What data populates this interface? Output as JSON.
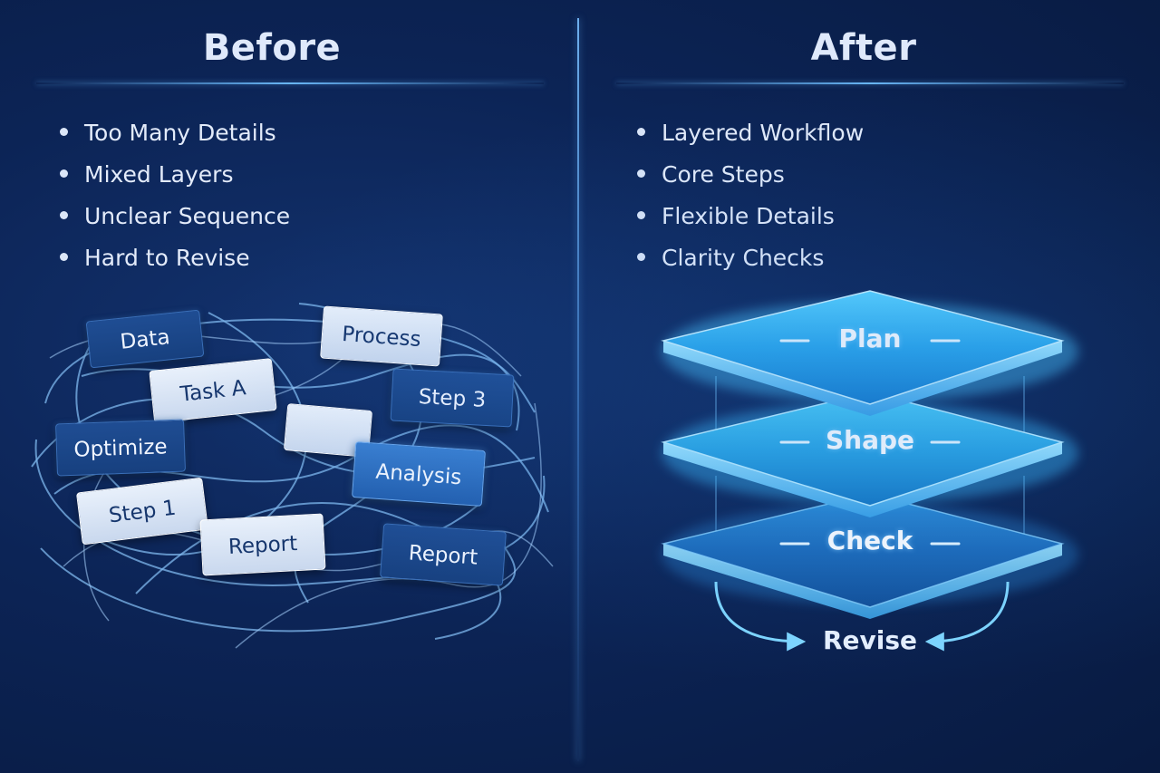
{
  "before": {
    "title": "Before",
    "bullets": [
      "Too Many Details",
      "Mixed Layers",
      "Unclear Sequence",
      "Hard to Revise"
    ],
    "cards": {
      "data": "Data",
      "process": "Process",
      "task_a": "Task A",
      "step_3": "Step 3",
      "optimize": "Optimize",
      "analysis": "Analysis",
      "step_1": "Step 1",
      "report_1": "Report",
      "report_2": "Report"
    }
  },
  "after": {
    "title": "After",
    "bullets": [
      "Layered Workflow",
      "Core Steps",
      "Flexible Details",
      "Clarity Checks"
    ],
    "layers": [
      "Plan",
      "Shape",
      "Check"
    ],
    "loop_label": "Revise"
  },
  "colors": {
    "background": "#0c2456",
    "accent_glow": "#6ec8ff",
    "card_dark": "#1f4d93",
    "card_light": "#e8f0fb",
    "layer_top": "#3fc1f5"
  }
}
